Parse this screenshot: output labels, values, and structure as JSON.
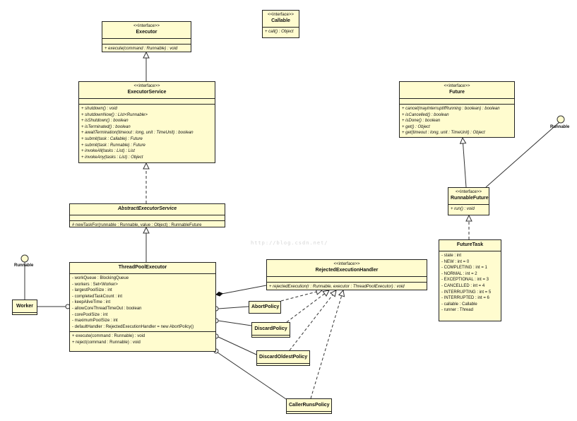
{
  "classes": {
    "executor": {
      "stereotype": "<<interface>>",
      "name": "Executor",
      "attributes": [],
      "operations": [
        "+ execute(command : Runnable) : void"
      ]
    },
    "callable": {
      "stereotype": "<<interface>>",
      "name": "Callable",
      "operations": [
        "+ call() : Object"
      ]
    },
    "executor_service": {
      "stereotype": "<<interface>>",
      "name": "ExecutorService",
      "attributes": [],
      "operations": [
        "+ shutdown() : void",
        "+ shutdownNow() : List<Runnable>",
        "+ isShutdown() : boolean",
        "+ isTerminated() : boolean",
        "+ awaitTermination(timeout : long, unit : TimeUnit) : boolean",
        "+ submit(task : Callable) : Future",
        "+ submit(task : Runnable) : Future",
        "+ invokeAll(tasks : List) : List",
        "+ invokeAny(tasks : List) : Object"
      ]
    },
    "abstract_executor_service": {
      "name": "AbstractExecutorService",
      "attributes": [],
      "operations": [
        "# newTaskFor(runnable : Runnable, value : Object) : RunnableFuture"
      ]
    },
    "thread_pool_executor": {
      "name": "ThreadPoolExecutor",
      "attributes": [
        "- workQueue : BlockingQueue",
        "- workers : Set<Worker>",
        "- largestPoolSize : int",
        "- completedTaskCount : int",
        "- keepAliveTime : int",
        "- allowCoreThreadTimeOut : boolean",
        "- corePoolSize : int",
        "- maximumPoolSize : int",
        "- defaultHandler : RejectedExecutionHandler = new AbortPolicy()"
      ],
      "operations": [
        "+ execute(command : Runnable) : void",
        "+ reject(command : Runnable) : void"
      ]
    },
    "rejected_handler": {
      "stereotype": "<<interface>>",
      "name": "RejectedExecutionHandler",
      "attributes": [],
      "operations": [
        "+ rejectedExecution(r : Runnable, executor : ThreadPoolExecutor) : void"
      ]
    },
    "future": {
      "stereotype": "<<interface>>",
      "name": "Future",
      "attributes": [],
      "operations": [
        "+ cancel(mayInterruptIfRunning : boolean) : boolean",
        "+ isCancelled() : boolean",
        "+ isDone() : boolean",
        "+ get() : Object",
        "+ get(timeout : long, unit : TimeUnit) : Object"
      ]
    },
    "runnable_future": {
      "stereotype": "<<interface>>",
      "name": "RunnableFuture",
      "attributes": [],
      "operations": [
        "+ run() : void"
      ]
    },
    "future_task": {
      "name": "FutureTask",
      "attributes": [
        "- state : int",
        "- NEW : int = 0",
        "- COMPLETING : int = 1",
        "- NORMAL : int = 2",
        "- EXCEPTIONAL : int = 3",
        "- CANCELLED : int = 4",
        "- INTERRUPTING : int = 5",
        "- INTERRUPTED : int = 6",
        "- callable : Callable",
        "- runner : Thread"
      ]
    },
    "worker": {
      "name": "Worker"
    },
    "abort_policy": {
      "name": "AbortPolicy"
    },
    "discard_policy": {
      "name": "DiscardPolicy"
    },
    "discard_oldest_policy": {
      "name": "DiscardOldestPolicy"
    },
    "caller_runs_policy": {
      "name": "CallerRunsPolicy"
    }
  },
  "lollipops": {
    "left": "Runnable",
    "right": "Runnable"
  },
  "watermark": "http://blog.csdn.net/",
  "colors": {
    "class_fill": "#fffccf",
    "line": "#333333"
  }
}
